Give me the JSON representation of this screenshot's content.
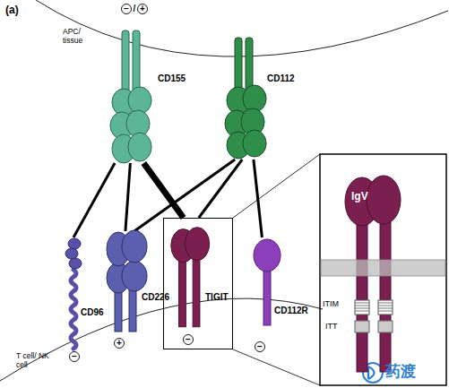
{
  "diagram": {
    "nodes": [
      {
        "text": [
          "CD155"
        ]
      },
      {
        "text": [
          "CD112"
        ]
      },
      {
        "text": [
          "CD96"
        ]
      },
      {
        "text": [
          "CD226"
        ]
      },
      {
        "text": [
          "TIGIT"
        ]
      },
      {
        "text": [
          "CD112R"
        ]
      },
      {
        "text": [
          "IgV"
        ]
      }
    ],
    "edges": [
      {
        "from": 0,
        "to": 2,
        "arrow": "none"
      },
      {
        "from": 0,
        "to": 3,
        "arrow": "none"
      },
      {
        "from": 0,
        "to": 4,
        "arrow": "none"
      },
      {
        "from": 1,
        "to": 3,
        "arrow": "none"
      },
      {
        "from": 1,
        "to": 4,
        "arrow": "none"
      },
      {
        "from": 1,
        "to": 5,
        "arrow": "none"
      }
    ],
    "labels": [
      "(a)",
      "−",
      "/",
      "+",
      "APC/ tissue",
      "−",
      "+",
      "−",
      "−",
      "T cell/ NK cell",
      "ITIM",
      "ITT",
      "药渡"
    ]
  }
}
